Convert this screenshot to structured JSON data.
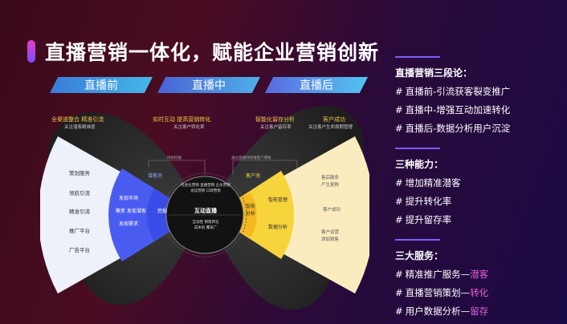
{
  "title": "直播营销一体化，赋能企业营销创新",
  "banners": [
    "直播前",
    "直播中",
    "直播后"
  ],
  "headers": {
    "h1": {
      "title": "全渠道整合 精准引流",
      "sub": "关注潜客精准度"
    },
    "h2": {
      "title": "实时互动 提高营销转化",
      "sub": "关注客户转化率"
    },
    "h3": {
      "title": "智能化留存分析",
      "sub": "关注客户留存率"
    },
    "h4": {
      "title": "客户成功",
      "sub": "关注客户生命周期管理"
    }
  },
  "left_outer": [
    "策划服务",
    "领航引流",
    "精准引流",
    "推广平台",
    "广告平台"
  ],
  "left_mid": {
    "label": "潜客池",
    "items": [
      "发现市场",
      "聚焦 发现潜客",
      "发现需求"
    ]
  },
  "left_inner": "挖掘",
  "center": {
    "top": "社会化营销  直播营销  企员营销\n会议营销  口碑营销",
    "main": "互动直播",
    "bottom": "互动性  销售转化\n成本低  覆盖广",
    "top_conn": "持续挖掘",
    "right_conn": "通过直播持续维客户增值"
  },
  "right_mid": {
    "label": "客户池",
    "items": [
      "智能管理",
      "数据分析"
    ]
  },
  "right_inner": "智能\n分析",
  "right_outer": [
    "售后服务\n产生复购",
    "客户成功",
    "客户运营\n添加销售"
  ],
  "sections": [
    {
      "title": "直播营销三段论：",
      "items": [
        {
          "text": "直播前-引流获客裂变推广",
          "hl": ""
        },
        {
          "text": "直播中-增强互动加速转化",
          "hl": ""
        },
        {
          "text": "直播后-数据分析用户沉淀",
          "hl": ""
        }
      ]
    },
    {
      "title": "三种能力：",
      "items": [
        {
          "text": "增加精准潜客",
          "hl": ""
        },
        {
          "text": "提升转化率",
          "hl": ""
        },
        {
          "text": "提升留存率",
          "hl": ""
        }
      ]
    },
    {
      "title": "三大服务：",
      "items": [
        {
          "text": "精准推广服务—",
          "hl": "潜客"
        },
        {
          "text": "直播营销策划—",
          "hl": "转化"
        },
        {
          "text": "用户数据分析—",
          "hl": "留存"
        }
      ]
    }
  ],
  "colors": {
    "accent": "#e85cd8",
    "blue": "#4a5cf0",
    "yellow": "#f7d33c",
    "bg_dark": "#2a2a2a"
  }
}
